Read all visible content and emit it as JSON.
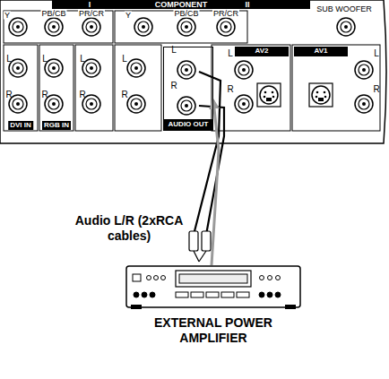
{
  "diagram": {
    "nodes": [
      {
        "text": [
          "AUDIO OUT"
        ]
      },
      {
        "text": [
          "EXTERNAL POWER AMPLIFIER"
        ]
      }
    ],
    "edges": [
      {
        "from": 1,
        "to": 0,
        "arrow": "to",
        "label": "Audio L/R (2xRCA cables)"
      }
    ],
    "labels": [
      "COMPONENT",
      "I",
      "II",
      "SUB WOOFER",
      "Y",
      "PB/CB",
      "PR/CR",
      "Y",
      "PB/CB",
      "PR/CR",
      "AV2",
      "AV1",
      "L",
      "R",
      "L",
      "R",
      "L",
      "R",
      "L",
      "R",
      "L",
      "R",
      "L",
      "R",
      "L",
      "R",
      "DVI IN",
      "RGB IN"
    ]
  }
}
